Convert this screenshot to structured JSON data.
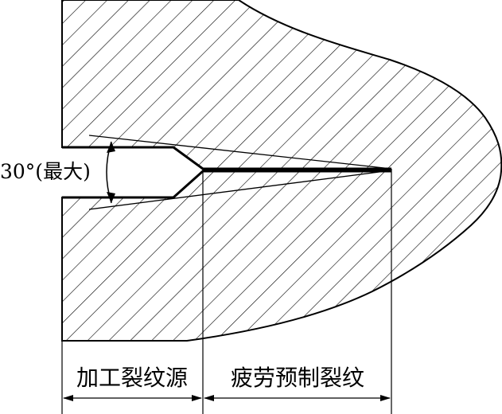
{
  "labels": {
    "angle": "30°(最大)",
    "machined_notch": "加工裂纹源",
    "fatigue_precrack": "疲劳预制裂纹"
  },
  "colors": {
    "stroke": "#000000",
    "background": "#ffffff"
  }
}
